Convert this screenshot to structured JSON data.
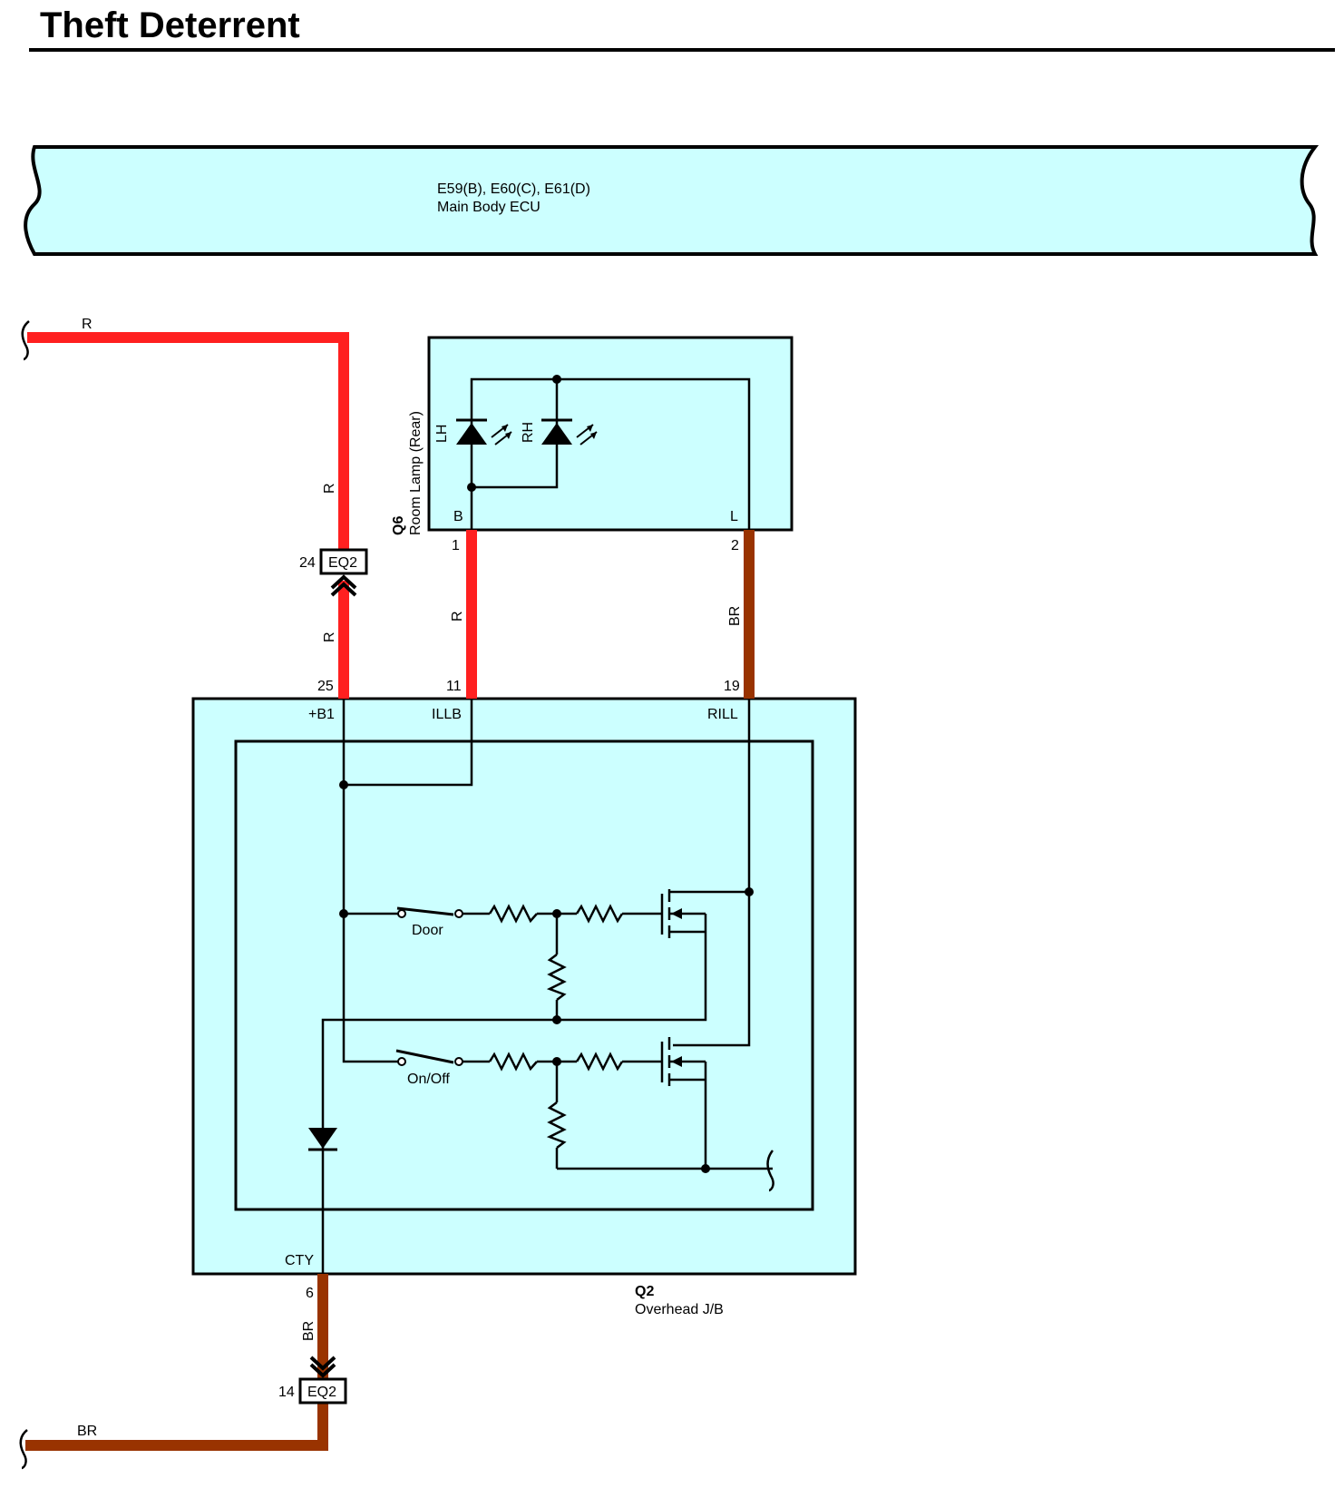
{
  "title": "Theft Deterrent",
  "colors": {
    "component_fill": "#ccffff",
    "wire_red": "#ff2020",
    "wire_brown": "#993300",
    "line": "#000000"
  },
  "ecu": {
    "connectors": "E59(B), E60(C), E61(D)",
    "name": "Main Body ECU"
  },
  "room_lamp": {
    "id": "Q6",
    "name": "Room Lamp (Rear)",
    "led_left": "LH",
    "led_right": "RH",
    "pin_b": "B",
    "pin_l": "L",
    "pin_b_num": "1",
    "pin_l_num": "2"
  },
  "overhead_jb": {
    "id": "Q2",
    "name": "Overhead J/B",
    "terminal_b1": "+B1",
    "terminal_illb": "ILLB",
    "terminal_rill": "RILL",
    "terminal_cty": "CTY",
    "pin_b1": "25",
    "pin_illb": "11",
    "pin_rill": "19",
    "pin_cty": "6",
    "switch_door": "Door",
    "switch_onoff": "On/Off"
  },
  "connectors": {
    "top": {
      "name": "EQ2",
      "pin": "24"
    },
    "bottom": {
      "name": "EQ2",
      "pin": "14"
    }
  },
  "wires": {
    "top_left": "R",
    "b1_upper": "R",
    "b1_lower": "R",
    "illb": "R",
    "rill": "BR",
    "cty": "BR",
    "bottom_left": "BR"
  }
}
